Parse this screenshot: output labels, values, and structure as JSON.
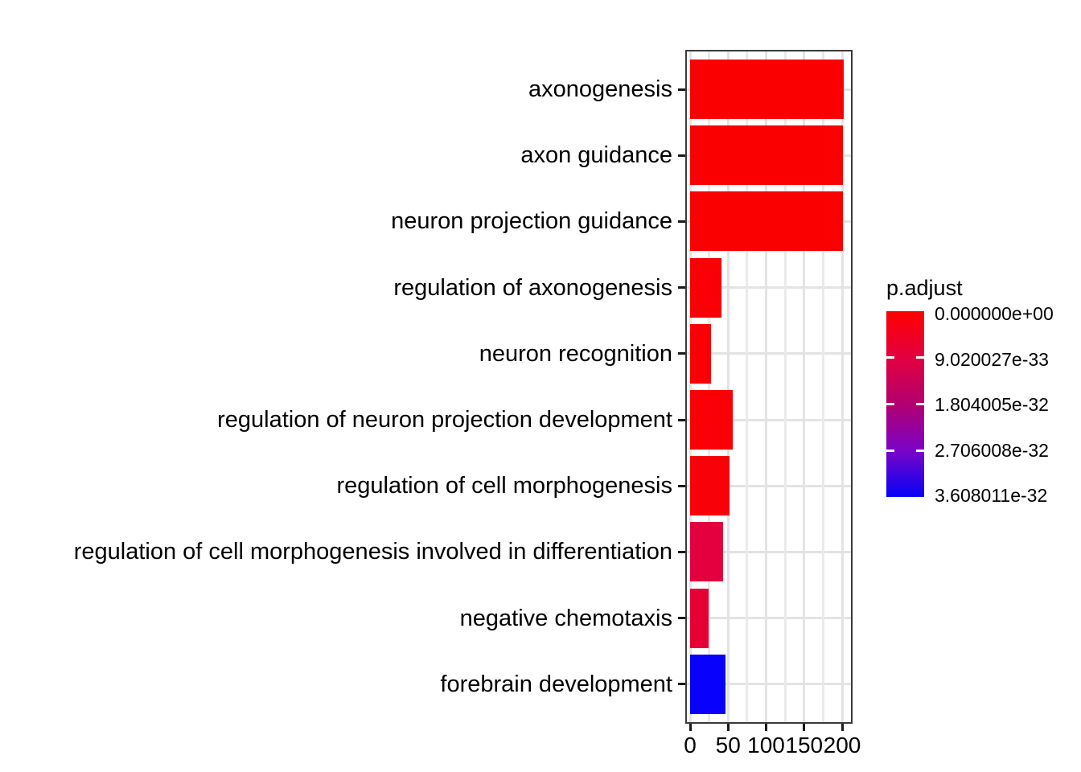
{
  "chart_data": {
    "type": "bar",
    "orientation": "horizontal",
    "title": "",
    "xlabel": "",
    "ylabel": "",
    "categories": [
      "axonogenesis",
      "axon guidance",
      "neuron projection guidance",
      "regulation of axonogenesis",
      "neuron recognition",
      "regulation of neuron projection development",
      "regulation of cell morphogenesis",
      "regulation of cell morphogenesis involved in differentiation",
      "negative chemotaxis",
      "forebrain development"
    ],
    "values": [
      202,
      201,
      201,
      41,
      27,
      56,
      52,
      43,
      24,
      46
    ],
    "bar_colors": [
      "#fb0000",
      "#fb0000",
      "#fb0000",
      "#fa0006",
      "#fa0006",
      "#fa0006",
      "#f90109",
      "#e2013e",
      "#e60134",
      "#0801fb"
    ],
    "x_ticks": [
      0,
      50,
      100,
      150,
      200
    ],
    "x_minor_step": 25,
    "xlim": [
      -7,
      214
    ],
    "grid": true,
    "panel_background": "#ffffff",
    "legend": {
      "title": "p.adjust",
      "position": "right",
      "type": "colorbar",
      "gradient_top": "#ff0000",
      "gradient_bottom": "#0000ff",
      "tick_labels": [
        "0.000000e+00",
        "9.020027e-33",
        "1.804005e-32",
        "2.706008e-32",
        "3.608011e-32"
      ]
    }
  },
  "colors": {
    "grid_major": "#e3e3e3",
    "grid_minor": "#eaeaea",
    "panel_border": "#3a3a3a",
    "axis_tick": "#1a1a1a",
    "text": "#000000"
  }
}
